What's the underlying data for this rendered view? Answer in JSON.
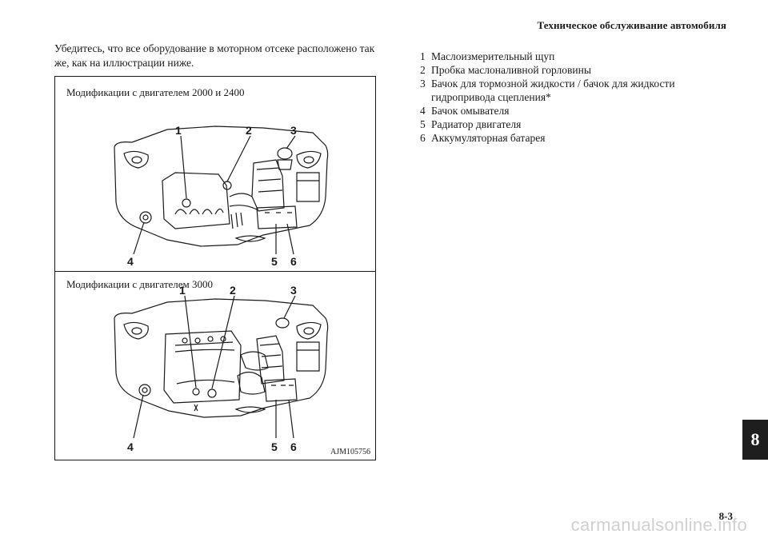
{
  "header": {
    "title": "Техническое обслуживание автомобиля"
  },
  "intro": {
    "text": "Убедитесь, что все оборудование в моторном отсеке расположено так же, как на иллюстрации ниже."
  },
  "figure": {
    "panels": [
      {
        "caption": "Модификации с двигателем 2000 и 2400",
        "callouts": [
          "1",
          "2",
          "3",
          "4",
          "5",
          "6"
        ]
      },
      {
        "caption": "Модификации с двигателем 3000",
        "callouts": [
          "1",
          "2",
          "3",
          "4",
          "5",
          "6"
        ]
      }
    ],
    "code": "AJM105756"
  },
  "legend": {
    "items": [
      {
        "num": "1",
        "text": "Маслоизмерительный щуп"
      },
      {
        "num": "2",
        "text": "Пробка маслоналивной горловины"
      },
      {
        "num": "3",
        "text": "Бачок для тормозной жидкости / бачок для жидкости гидропривода сцепления*"
      },
      {
        "num": "4",
        "text": "Бачок омывателя"
      },
      {
        "num": "5",
        "text": "Радиатор двигателя"
      },
      {
        "num": "6",
        "text": "Аккумуляторная батарея"
      }
    ]
  },
  "chapter_tab": "8",
  "page_number": "8-3",
  "watermark": "carmanualsonline.info"
}
